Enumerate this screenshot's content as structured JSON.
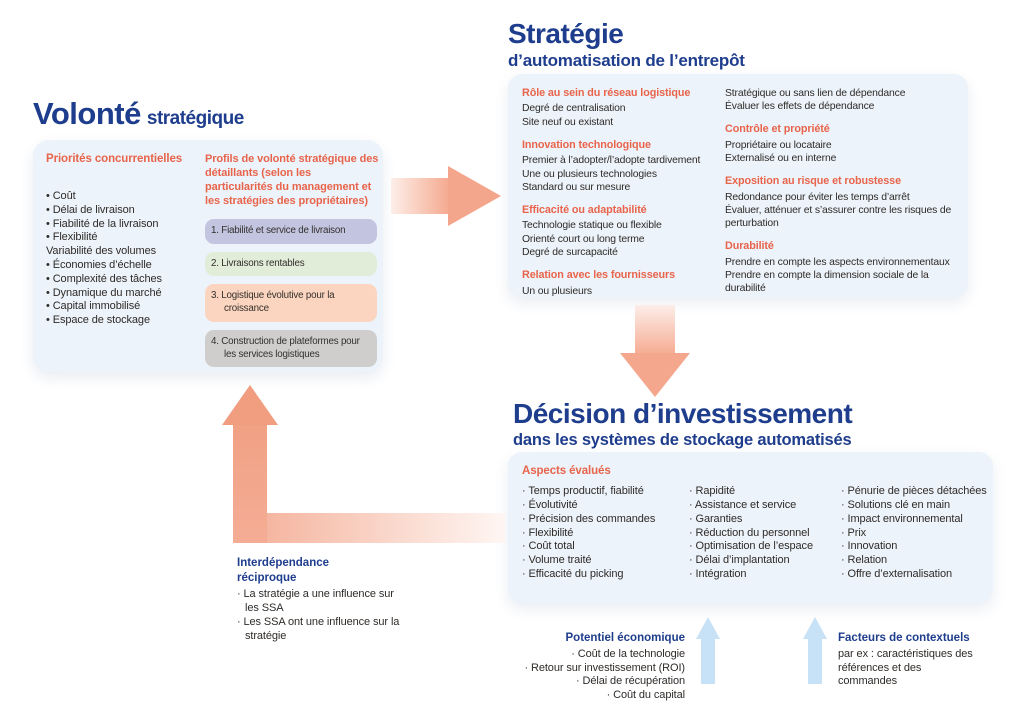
{
  "colors": {
    "blue": "#1e3d8d",
    "orange": "#e8644b",
    "panel_bg": "#ecf3fa",
    "salmon": "#f3a68c",
    "salmon_light": "#fdeee8",
    "light_blue": "#c7e2f7"
  },
  "volonte": {
    "title": "Volonté",
    "subtitle": "stratégique",
    "priorites": {
      "heading": "Priorités concurrentielles",
      "items": [
        "• Coût",
        "• Délai de livraison",
        "• Fiabilité de la livraison",
        "• Flexibilité",
        "Variabilité des volumes",
        "• Économies d’échelle",
        "• Complexité des tâches",
        "• Dynamique du marché",
        "• Capital immobilisé",
        "• Espace de stockage"
      ]
    },
    "profils": {
      "heading": "Profils de volonté stratégique des détaillants (selon les particularités du management et les stratégies des propriétaires)",
      "chips": [
        {
          "label": "1. Fiabilité et service de livraison",
          "bg": "#c2c4e0"
        },
        {
          "label": "2. Livraisons rentables",
          "bg": "#e1ecd9"
        },
        {
          "label": "3. Logistique évolutive pour la croissance",
          "bg": "#fbd5bf"
        },
        {
          "label": "4. Construction de plateformes pour les services logistiques",
          "bg": "#cfcecd"
        }
      ]
    }
  },
  "strategie": {
    "title": "Stratégie",
    "subtitle": "d’automatisation de l’entrepôt",
    "col_left": [
      {
        "heading": "Rôle au sein du réseau logistique",
        "lines": [
          "Degré de centralisation",
          "Site neuf ou existant"
        ]
      },
      {
        "heading": "Innovation technologique",
        "lines": [
          "Premier à l’adopter/l’adopte tardivement",
          "Une ou plusieurs technologies",
          "Standard ou sur mesure"
        ]
      },
      {
        "heading": "Efficacité ou adaptabilité",
        "lines": [
          "Technologie statique ou flexible",
          "Orienté court ou long terme",
          "Degré de surcapacité"
        ]
      },
      {
        "heading": "Relation avec les fournisseurs",
        "lines": [
          "Un ou plusieurs"
        ]
      }
    ],
    "col_right": [
      {
        "heading": "",
        "lines": [
          "Stratégique ou sans lien de dépendance",
          "Évaluer les effets de dépendance"
        ]
      },
      {
        "heading": "Contrôle et propriété",
        "lines": [
          "Propriétaire ou locataire",
          "Externalisé ou en interne"
        ]
      },
      {
        "heading": "Exposition au risque et robustesse",
        "lines": [
          "Redondance pour éviter les temps d’arrêt",
          "Évaluer, atténuer et s’assurer contre les risques de perturbation"
        ]
      },
      {
        "heading": "Durabilité",
        "lines": [
          "Prendre en compte les aspects environnementaux",
          "Prendre en compte la dimension sociale de la durabilité"
        ]
      }
    ]
  },
  "decision": {
    "title": "Décision d’investissement",
    "subtitle": "dans les systèmes de stockage automatisés",
    "aspects_heading": "Aspects évalués",
    "col1": [
      "· Temps productif, fiabilité",
      "· Évolutivité",
      "· Précision des commandes",
      "· Flexibilité",
      "· Coût total",
      "· Volume traité",
      "· Efficacité du picking"
    ],
    "col2": [
      "· Rapidité",
      "· Assistance et service",
      "· Garanties",
      "· Réduction du personnel",
      "· Optimisation de l’espace",
      "· Délai d’implantation",
      "· Intégration"
    ],
    "col3": [
      "· Pénurie de pièces détachées",
      "· Solutions clé en main",
      "· Impact environnemental",
      "· Prix",
      "· Innovation",
      "· Relation",
      "· Offre d’externalisation"
    ]
  },
  "interdependance": {
    "heading": "Interdépendance réciproque",
    "items": [
      "· La stratégie a une influence sur les SSA",
      "· Les SSA ont une influence sur la stratégie"
    ]
  },
  "potentiel": {
    "heading": "Potentiel économique",
    "items": [
      "· Coût de la technologie",
      "· Retour sur investissement (ROI)",
      "· Délai de récupération",
      "· Coût du capital"
    ]
  },
  "facteurs": {
    "heading": "Facteurs de contextuels",
    "body": "par ex : caractéristiques des références et des commandes"
  }
}
